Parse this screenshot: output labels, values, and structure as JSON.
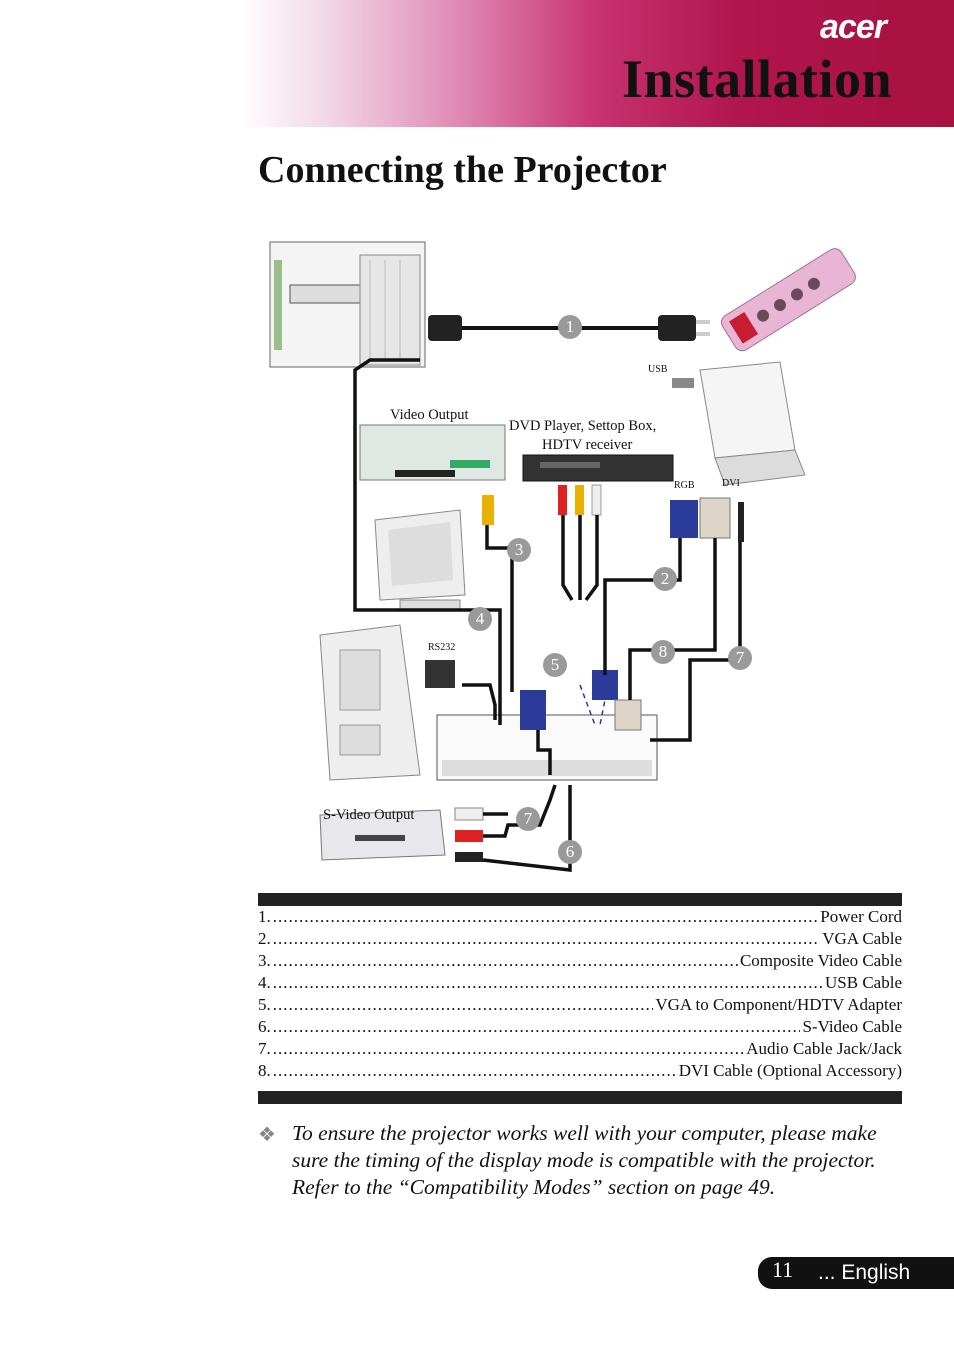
{
  "header": {
    "brand": "acer",
    "title": "Installation"
  },
  "section_title": "Connecting the Projector",
  "diagram": {
    "labels": {
      "video_output": "Video Output",
      "dvd_player": "DVD Player, Settop Box,",
      "hdtv_receiver": "HDTV receiver",
      "usb": "USB",
      "rgb": "RGB",
      "dvi": "DVI",
      "rs232": "RS232",
      "svideo_output": "S-Video Output"
    },
    "badges": [
      "1",
      "2",
      "3",
      "4",
      "5",
      "6",
      "7",
      "7",
      "8"
    ]
  },
  "legend": [
    {
      "num": "1.",
      "name": "Power Cord"
    },
    {
      "num": "2.",
      "name": "VGA Cable"
    },
    {
      "num": "3.",
      "name": "Composite Video Cable"
    },
    {
      "num": "4.",
      "name": "USB Cable"
    },
    {
      "num": "5.",
      "name": "VGA to Component/HDTV Adapter"
    },
    {
      "num": "6.",
      "name": "S-Video Cable"
    },
    {
      "num": "7.",
      "name": "Audio Cable Jack/Jack"
    },
    {
      "num": "8.",
      "name": "DVI Cable (Optional Accessory)"
    }
  ],
  "note": "To ensure the projector works well with your computer, please make sure the timing of the display mode is compatible with the projector.  Refer to the “Compatibility Modes” section on page 49.",
  "footer": {
    "page_number": "11",
    "language": "... English"
  },
  "colors": {
    "banner_accent": "#b0154d",
    "badge": "#9a9a9a"
  }
}
